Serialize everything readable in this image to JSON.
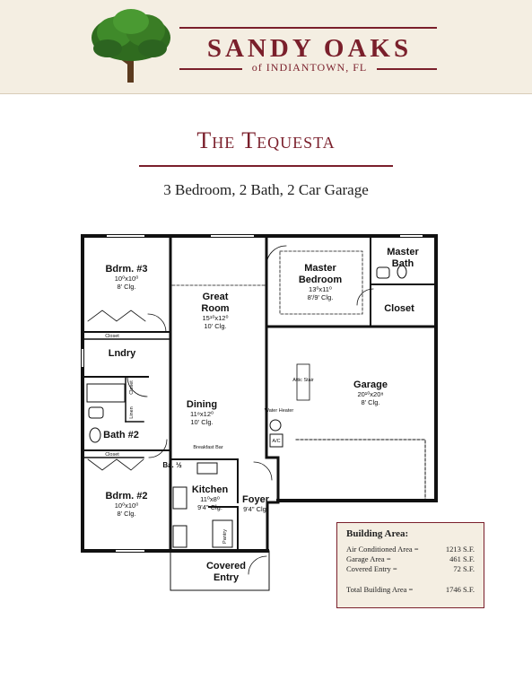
{
  "header": {
    "brand": "SANDY OAKS",
    "location": "of INDIANTOWN, FL"
  },
  "plan_title": "The Tequesta",
  "plan_subtitle": "3 Bedroom, 2 Bath, 2 Car Garage",
  "rooms": {
    "bedroom3": {
      "name": "Bdrm. #3",
      "size": "10⁰x10⁰",
      "ceiling": "8' Clg."
    },
    "great_room": {
      "name_line1": "Great",
      "name_line2": "Room",
      "size": "15¹⁰x12⁰",
      "ceiling": "10' Clg."
    },
    "master_bedroom": {
      "name_line1": "Master",
      "name_line2": "Bedroom",
      "size": "13⁰x11⁰",
      "ceiling": "8'/9' Clg."
    },
    "master_bath": {
      "name_line1": "Master",
      "name_line2": "Bath"
    },
    "master_closet": {
      "name": "Closet"
    },
    "laundry": {
      "name": "Lndry"
    },
    "garage": {
      "name": "Garage",
      "size": "20¹⁰x20⁸",
      "ceiling": "8' Clg."
    },
    "dining": {
      "name": "Dining",
      "size": "11⁸x12⁰",
      "ceiling": "10' Clg."
    },
    "bath2": {
      "name": "Bath #2"
    },
    "bath_half": {
      "name": "Ba. ½"
    },
    "bedroom2": {
      "name": "Bdrm. #2",
      "size": "10⁰x10⁰",
      "ceiling": "8' Clg."
    },
    "kitchen": {
      "name": "Kitchen",
      "size": "11⁰x8⁰",
      "ceiling": "9'4\" Clg."
    },
    "foyer": {
      "name": "Foyer",
      "ceiling": "9'4\" Clg."
    },
    "covered_entry": {
      "name_line1": "Covered",
      "name_line2": "Entry"
    }
  },
  "small_labels": {
    "closet_top": "Closet",
    "closet_bottom": "Closet",
    "closet_side": "Closet",
    "linen": "Linen",
    "attic_stair": "Attic Stair",
    "water_heater": "Water Heater",
    "ac": "A/C",
    "breakfast_bar": "Breakfast Bar",
    "pantry": "Pantry"
  },
  "building_area": {
    "title": "Building Area:",
    "rows": [
      {
        "label": "Air Conditioned Area =",
        "value": "1213 S.F."
      },
      {
        "label": "Garage Area =",
        "value": "461 S.F."
      },
      {
        "label": "Covered Entry =",
        "value": "72 S.F."
      },
      {
        "label": "Total Building Area =",
        "value": "1746 S.F."
      }
    ]
  },
  "colors": {
    "brand": "#7a1f2b",
    "header_bg": "#f4eee2",
    "wall": "#111111"
  }
}
